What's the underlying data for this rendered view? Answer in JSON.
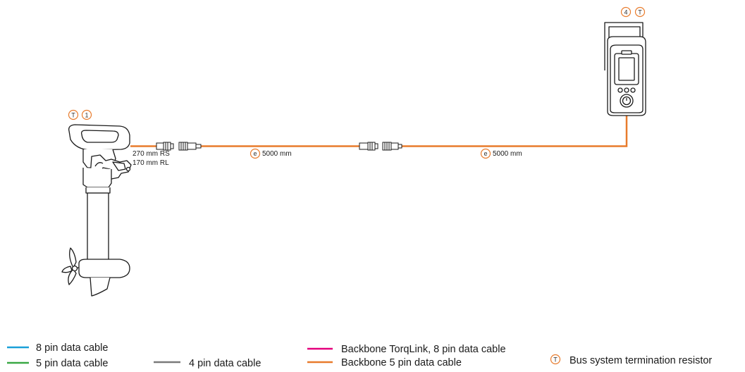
{
  "colors": {
    "cable_8pin": "#1aa0d8",
    "cable_5pin": "#3aa845",
    "cable_4pin": "#7a7a7a",
    "backbone_torqlink": "#e4007c",
    "backbone_5pin": "#e87b2c",
    "badge_orange": "#e87b2c",
    "drawing_stroke": "#1a1a1a"
  },
  "motor": {
    "badges": [
      "T",
      "1"
    ],
    "cable_length_rs": "270 mm RS",
    "cable_length_rl": "170 mm RL"
  },
  "display": {
    "badges": [
      "4",
      "T"
    ]
  },
  "cables": [
    {
      "badge": "e",
      "length": "5000 mm"
    },
    {
      "badge": "e",
      "length": "5000 mm"
    }
  ],
  "legend": {
    "items": [
      {
        "label": "8 pin data cable",
        "color_key": "cable_8pin"
      },
      {
        "label": "5 pin data cable",
        "color_key": "cable_5pin"
      },
      {
        "label": "4 pin data cable",
        "color_key": "cable_4pin"
      },
      {
        "label": "Backbone TorqLink, 8 pin data cable",
        "color_key": "backbone_torqlink"
      },
      {
        "label": "Backbone 5 pin data cable",
        "color_key": "backbone_5pin"
      }
    ],
    "termination_symbol": "T",
    "termination_label": "Bus system termination resistor"
  }
}
